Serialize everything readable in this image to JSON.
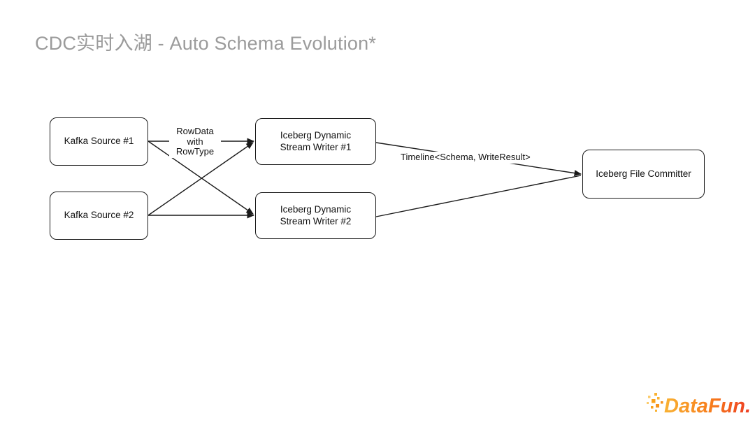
{
  "title": "CDC实时入湖 - Auto Schema Evolution*",
  "diagram": {
    "nodes": {
      "kafka1": {
        "label": "Kafka Source #1"
      },
      "kafka2": {
        "label": "Kafka Source #2"
      },
      "writer1": {
        "label": "Iceberg Dynamic Stream Writer #1"
      },
      "writer2": {
        "label": "Iceberg Dynamic Stream Writer #2"
      },
      "committer": {
        "label": "Iceberg File Committer"
      }
    },
    "edge_labels": {
      "rowdata_lines": [
        "RowData",
        "with",
        "RowType"
      ],
      "timeline": "Timeline<Schema, WriteResult>"
    },
    "colors": {
      "line": "#1a1a1a",
      "node_border": "#1a1a1a",
      "title_text": "#9b9b9b"
    }
  },
  "logo": {
    "text": "DataFun.",
    "gradient_start": "#F9B233",
    "gradient_end": "#ED3B24"
  }
}
